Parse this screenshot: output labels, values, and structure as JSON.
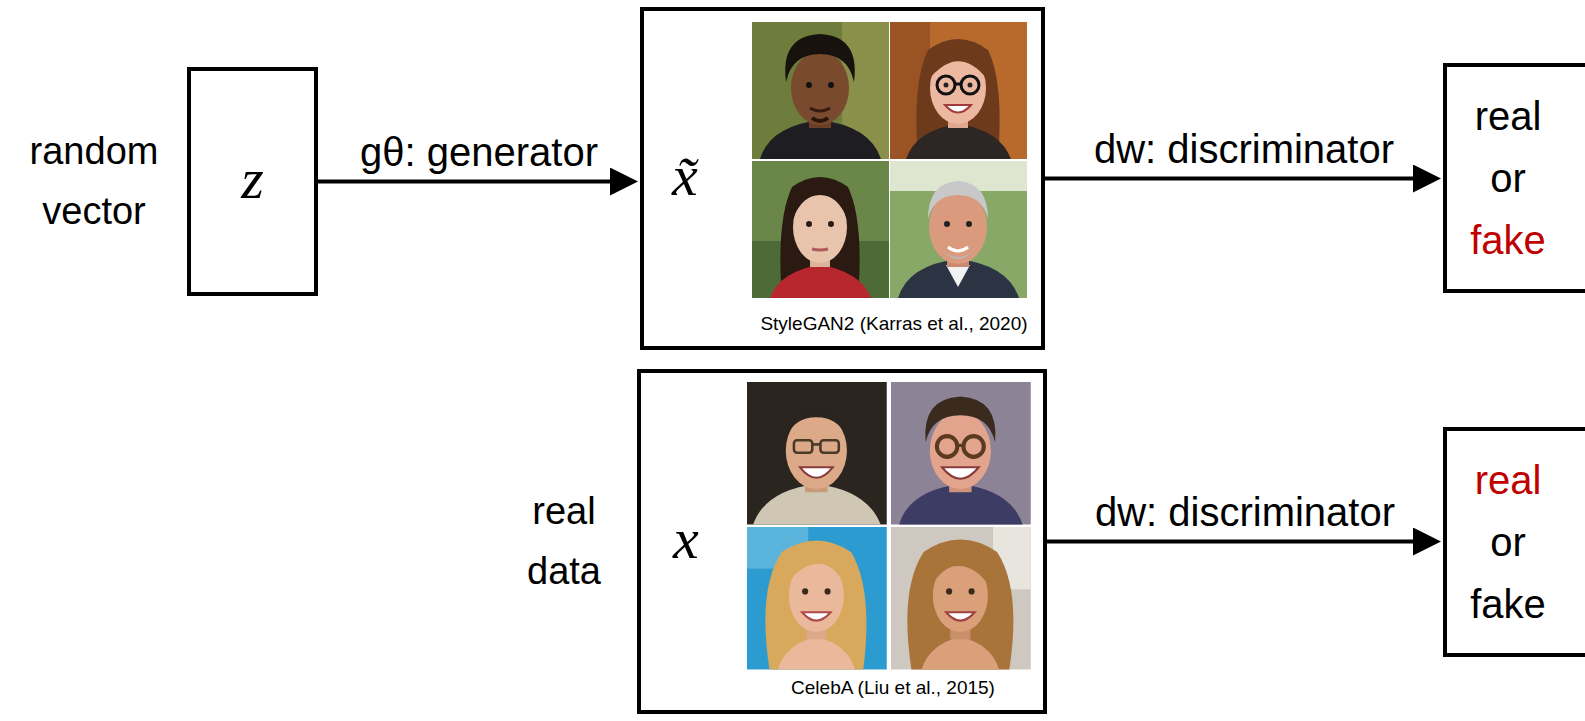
{
  "diagram": {
    "nodes": [
      {
        "text": [
          "random vector",
          "z"
        ]
      },
      {
        "text": [
          "x̃",
          "StyleGAN2 (Karras et al., 2020)"
        ]
      },
      {
        "text": [
          "real",
          "or",
          "fake"
        ]
      },
      {
        "text": [
          "real data",
          "x",
          "CelebA (Liu et al., 2015)"
        ]
      },
      {
        "text": [
          "real",
          "or",
          "fake"
        ]
      }
    ],
    "edges": [
      {
        "from": 0,
        "to": 1,
        "arrow": "to",
        "label": "gθ: generator"
      },
      {
        "from": 1,
        "to": 2,
        "arrow": "to",
        "label": "dw: discriminator"
      },
      {
        "from": 3,
        "to": 4,
        "arrow": "to",
        "label": "dw: discriminator"
      }
    ]
  }
}
